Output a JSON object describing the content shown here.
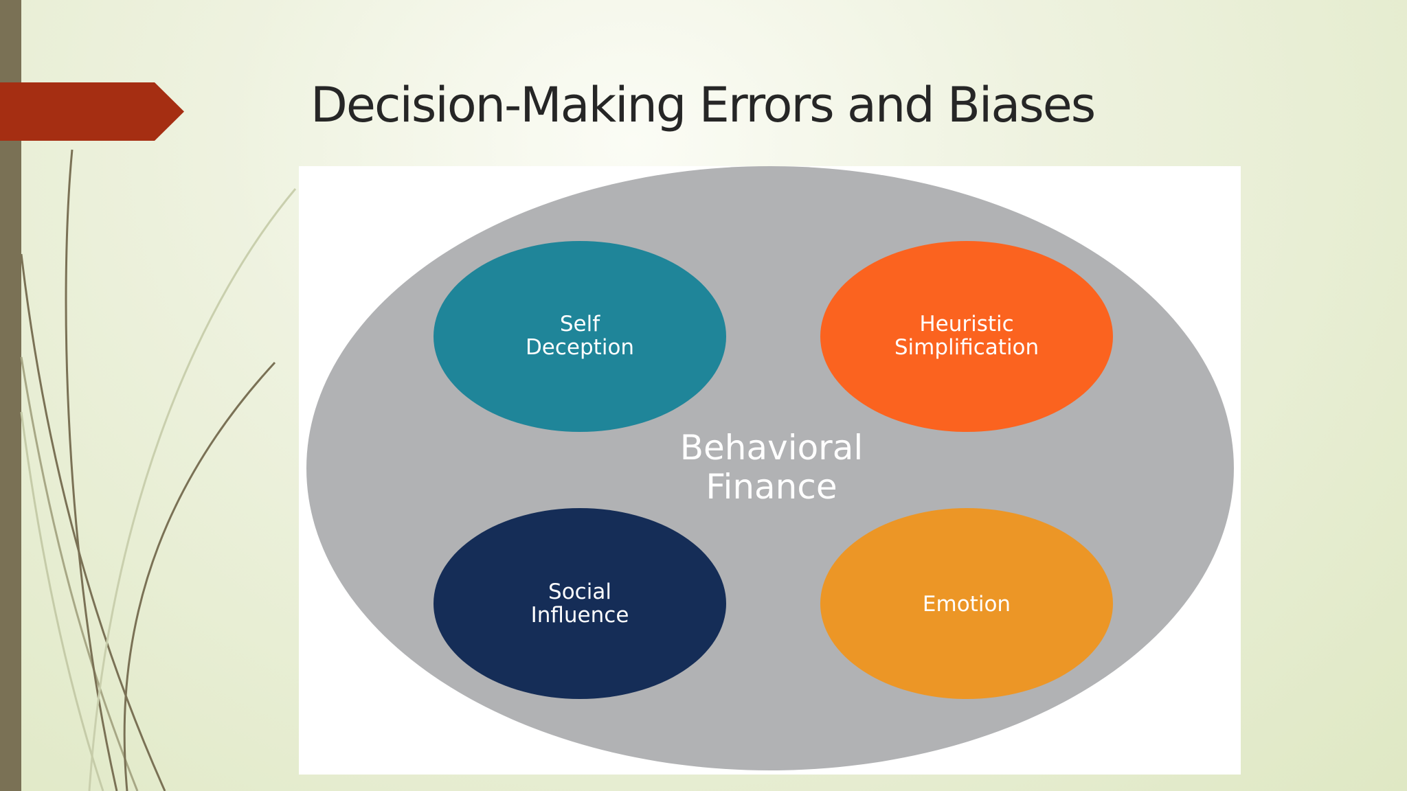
{
  "slide": {
    "title": "Decision-Making Errors and Biases"
  },
  "colors": {
    "left_bar": "#7a7155",
    "title_arrow": "#a52e12",
    "outer_ellipse": "#b1b2b4",
    "self_deception": "#1f8599",
    "heuristic_simplification": "#fb631f",
    "social_influence": "#152d57",
    "emotion": "#ec9626"
  },
  "diagram": {
    "center": {
      "line1": "Behavioral",
      "line2": "Finance"
    },
    "bubbles": {
      "top_left": {
        "line1": "Self",
        "line2": "Deception"
      },
      "top_right": {
        "line1": "Heuristic",
        "line2": "Simplification"
      },
      "bottom_left": {
        "line1": "Social",
        "line2": "Influence"
      },
      "bottom_right": {
        "line1": "Emotion"
      }
    }
  }
}
